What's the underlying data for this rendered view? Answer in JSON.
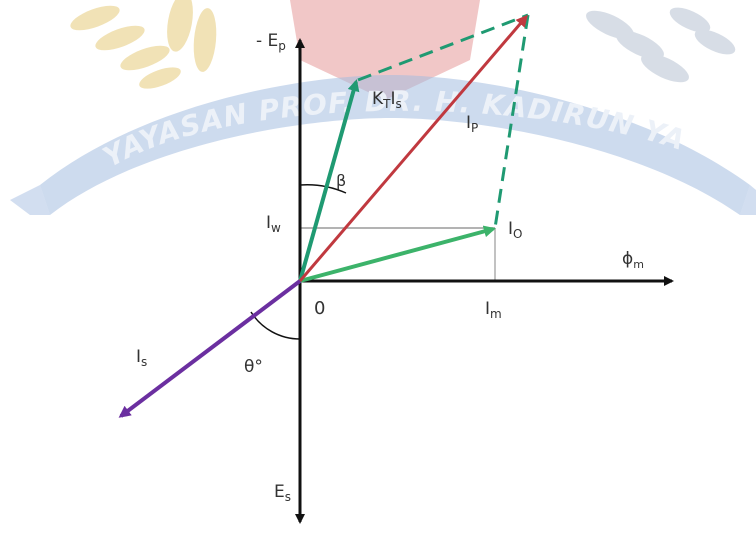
{
  "watermark": {
    "text": "YAYASAN PROF. DR. H. KADIRUN YAHYA",
    "text_color": "#5b86c7",
    "emblem_colors": {
      "leaf": "#e7cc7c",
      "banner": "#5b86c7",
      "shield": "#e79a9a",
      "ribbon_white": "#b8c3d2"
    }
  },
  "labels": {
    "neg_ep": "- E",
    "neg_ep_sub": "p",
    "ktis": "K",
    "ktis_sub1": "T",
    "ktis_mid": "I",
    "ktis_sub2": "s",
    "ip": "I",
    "ip_sub": "P",
    "beta": "β",
    "iw": "I",
    "iw_sub": "w",
    "io": "I",
    "io_sub": "O",
    "phim": "ϕ",
    "phim_sub": "m",
    "origin": "0",
    "im": "I",
    "im_sub": "m",
    "is": "I",
    "is_sub": "s",
    "theta": "θ°",
    "es": "E",
    "es_sub": "s"
  },
  "colors": {
    "axis": "#111111",
    "ktis_vector": "#1f9a72",
    "ip_vector": "#c0393f",
    "io_vector": "#3cb36a",
    "is_vector": "#6b2fa0",
    "dashed": "#1f9a72",
    "guide": "#999999"
  }
}
